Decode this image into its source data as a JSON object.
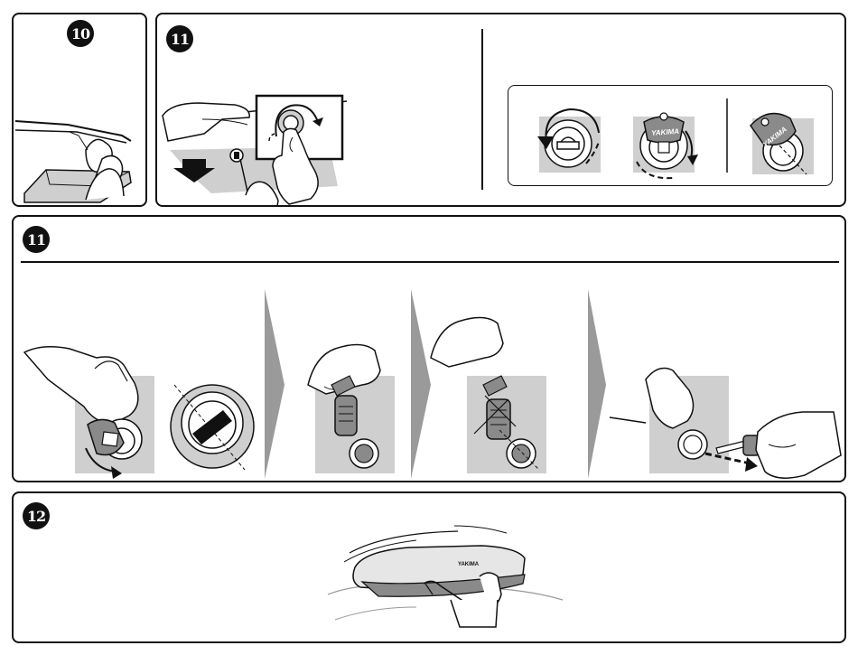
{
  "steps": {
    "step_10": "10",
    "step_11_top": "11",
    "step_11_bottom": "11",
    "step_12": "12"
  },
  "brand": {
    "key_label": "YAKIMA",
    "box_label": "YAKIMA"
  },
  "colors": {
    "line": "#111111",
    "gray": "#cfcfcf",
    "dark_gray": "#8a8a8a",
    "arrow_gray": "#9a9a9a"
  }
}
